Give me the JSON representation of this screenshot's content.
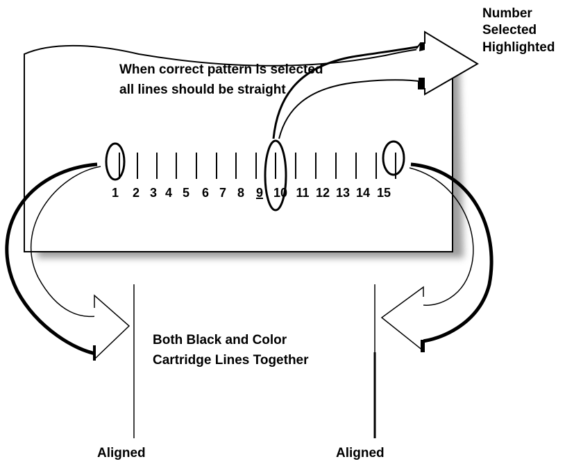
{
  "callouts": {
    "number_selected": [
      "Number",
      "Selected",
      "Highlighted"
    ],
    "pattern_hint": [
      "When correct pattern is selected",
      "all lines should be straight"
    ],
    "both_lines": [
      "Both Black and Color",
      "Cartridge Lines Together"
    ]
  },
  "pattern": {
    "numbers": [
      "1",
      "2",
      "3",
      "4",
      "5",
      "6",
      "7",
      "8",
      "9",
      "10",
      "11",
      "12",
      "13",
      "14",
      "15"
    ],
    "selected": "9",
    "highlighted": [
      "1",
      "10",
      "15"
    ]
  },
  "aligned_labels": {
    "left": "Aligned",
    "right": "Aligned"
  },
  "colors": {
    "ink": "#000000",
    "paper": "#ffffff",
    "shadow": "#9a9a9a"
  }
}
